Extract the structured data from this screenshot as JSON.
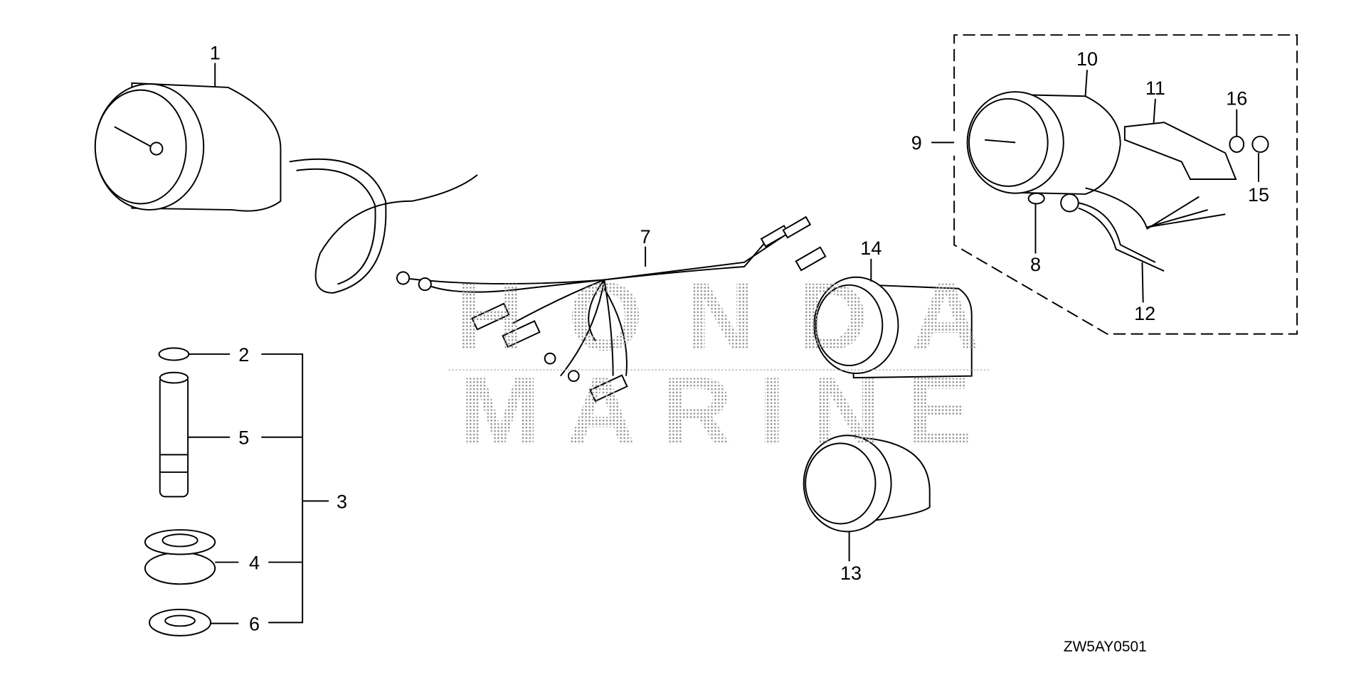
{
  "diagram": {
    "code": "ZW5AY0501",
    "watermark": [
      "HONDA",
      "MARINE"
    ],
    "callouts": {
      "c1": "1",
      "c2": "2",
      "c3": "3",
      "c4": "4",
      "c5": "5",
      "c6": "6",
      "c7": "7",
      "c8": "8",
      "c9": "9",
      "c10": "10",
      "c11": "11",
      "c12": "12",
      "c13": "13",
      "c14": "14",
      "c15": "15",
      "c16": "16"
    }
  }
}
